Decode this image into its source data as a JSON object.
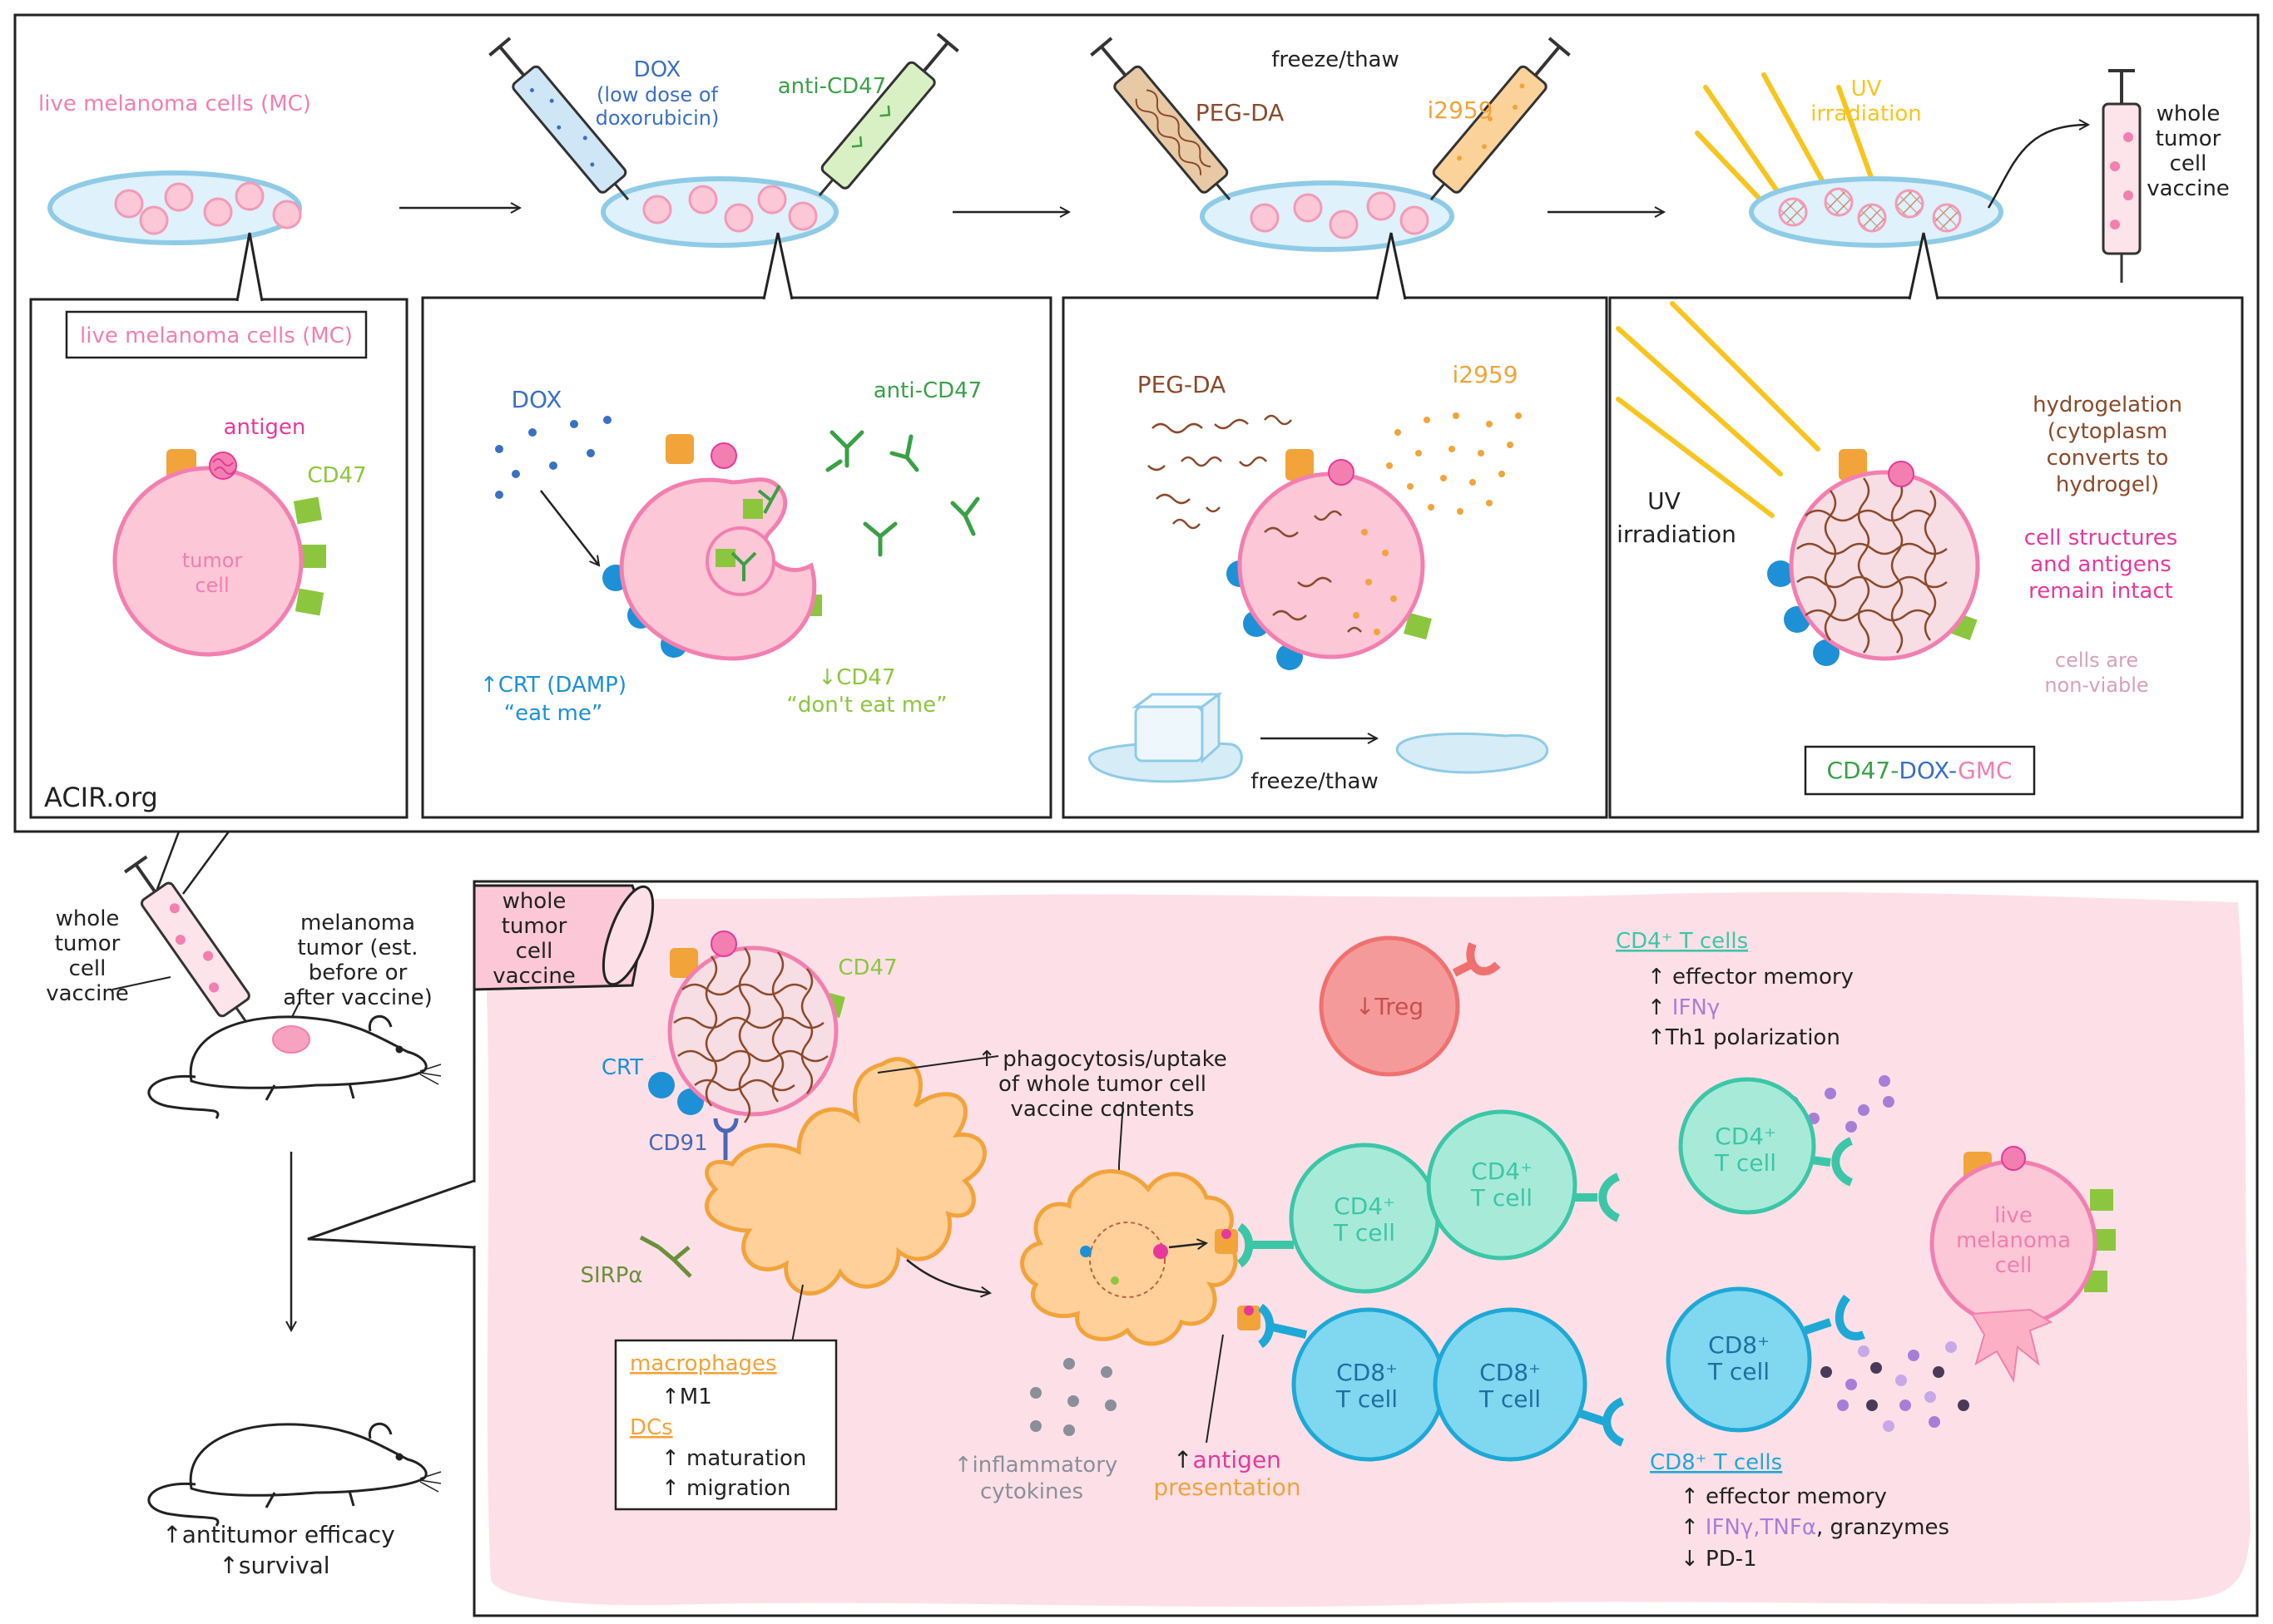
{
  "colors": {
    "pink": "#f27fb0",
    "magenta": "#e6399b",
    "blue": "#3a6fc4",
    "green": "#3aa046",
    "lime": "#8cc63f",
    "brown": "#8b4a2b",
    "orange": "#f2a33a",
    "yellow": "#f7c51e",
    "teal": "#3cc6a8",
    "cyan": "#3ab6e0",
    "purple": "#a77ed6",
    "gray": "#8a8f99",
    "salmon": "#f07070",
    "panelPink": "#fde0e7"
  },
  "top": {
    "step1": {
      "label": "live melanoma cells (MC)"
    },
    "step2": {
      "dox_label": "DOX",
      "dox_sub1": "(low dose of",
      "dox_sub2": "doxorubicin)",
      "anti_label": "anti-CD47"
    },
    "step3": {
      "freeze_label": "freeze/thaw",
      "pegda_label": "PEG-DA",
      "i2959_label": "i2959"
    },
    "step4": {
      "uv1": "UV",
      "uv2": "irradiation",
      "vaccine1": "whole",
      "vaccine2": "tumor",
      "vaccine3": "cell",
      "vaccine4": "vaccine"
    }
  },
  "box1": {
    "title": "live melanoma cells (MC)",
    "antigen": "antigen",
    "cd47": "CD47",
    "cell1": "tumor",
    "cell2": "cell",
    "site": "ACIR.org"
  },
  "box2": {
    "dox": "DOX",
    "anti": "anti-CD47",
    "crt1": "↑CRT (DAMP)",
    "crt2": "“eat me”",
    "cd47a": "↓CD47",
    "cd47b": "“don't eat me”"
  },
  "box3": {
    "pegda": "PEG-DA",
    "i2959": "i2959",
    "freeze": "freeze/thaw"
  },
  "box4": {
    "uv1": "UV",
    "uv2": "irradiation",
    "hydro1": "hydrogelation",
    "hydro2": "(cytoplasm",
    "hydro3": "converts to",
    "hydro4": "hydrogel)",
    "struct1": "cell structures",
    "struct2": "and antigens",
    "struct3": "remain intact",
    "nonviable1": "cells are",
    "nonviable2": "non-viable",
    "name_a": "CD47-",
    "name_b": "DOX-",
    "name_c": "GMC"
  },
  "mouse": {
    "vaccine1": "whole",
    "vaccine2": "tumor",
    "vaccine3": "cell",
    "vaccine4": "vaccine",
    "tumor1": "melanoma",
    "tumor2": "tumor (est.",
    "tumor3": "before or",
    "tumor4": "after vaccine)",
    "efficacy": "↑antitumor efficacy",
    "survival": "↑survival"
  },
  "bottom": {
    "tube1": "whole",
    "tube2": "tumor",
    "tube3": "cell",
    "tube4": "vaccine",
    "cd47": "CD47",
    "crt": "CRT",
    "cd91": "CD91",
    "sirpa": "SIRPα",
    "phago1": "↑ phagocytosis/uptake",
    "phago2": "of whole tumor cell",
    "phago3": "vaccine contents",
    "macrophages": "macrophages",
    "m1": "↑M1",
    "dcs": "DCs",
    "maturation": "↑ maturation",
    "migration": "↑ migration",
    "cytokines1": "↑inflammatory",
    "cytokines2": "cytokines",
    "antigen_up": "↑",
    "antigen_word": "antigen",
    "presentation": "presentation",
    "treg": "↓Treg",
    "cd4_title": "CD4⁺ T cells",
    "cd4_l1": "↑ effector memory",
    "cd4_l2_arrow": "↑",
    "cd4_l2": "IFNγ",
    "cd4_l3": "↑Th1 polarization",
    "cd4_cell_a": "CD4⁺",
    "cd4_cell_b": "T cell",
    "cd8_cell_a": "CD8⁺",
    "cd8_cell_b": "T cell",
    "live1": "live",
    "live2": "melanoma",
    "live3": "cell",
    "cd8_title": "CD8⁺ T cells",
    "cd8_l1": "↑ effector memory",
    "cd8_l2_arrow": "↑",
    "cd8_l2a": "IFNγ",
    "cd8_l2b": "TNFα",
    "cd8_l2c": ", granzymes",
    "cd8_l3": "↓ PD-1"
  }
}
